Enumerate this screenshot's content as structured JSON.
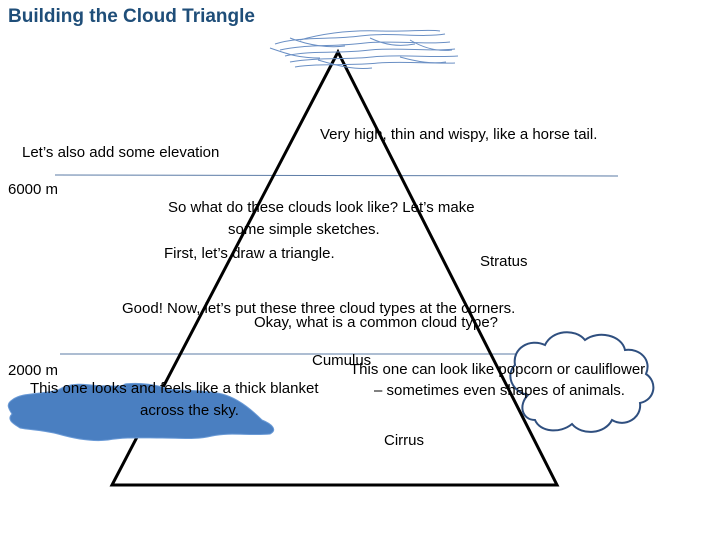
{
  "slide": {
    "title": "Building the Cloud Triangle",
    "colors": {
      "title": "#1f4e79",
      "line": "#000000",
      "elevation_line": "#5b7ba6",
      "stratus_fill": "#4a7fc1",
      "cirrus_stroke": "#6a8fc4",
      "cumulus_stroke": "#2f4f7f"
    }
  },
  "elevation": {
    "intro": "Let’s also add some elevation",
    "high_label": "6000 m",
    "low_label": "2000 m"
  },
  "captions": {
    "cirrus_desc": "Very high, thin and wispy, like a horse tail.",
    "look_question_1": "So what do these clouds look like? Let’s make",
    "look_question_2": "some simple sketches.",
    "draw_triangle": "First, let’s draw a triangle.",
    "put_corners": "Good! Now, let’s put these three cloud types at the corners.",
    "common_type": "Okay, what is a common cloud type?",
    "stratus_desc_1": "This one looks and feels like a thick blanket",
    "stratus_desc_2": "across the sky.",
    "cumulus_desc_1": "This one can look like popcorn or cauliflower",
    "cumulus_desc_2": "– sometimes even shapes of animals."
  },
  "labels": {
    "stratus": "Stratus",
    "cumulus": "Cumulus",
    "cirrus": "Cirrus"
  },
  "icons": {
    "cirrus": "cirrus-cloud-sketch",
    "stratus": "stratus-cloud-blob",
    "cumulus": "cumulus-cloud-outline",
    "triangle": "triangle-outline"
  }
}
